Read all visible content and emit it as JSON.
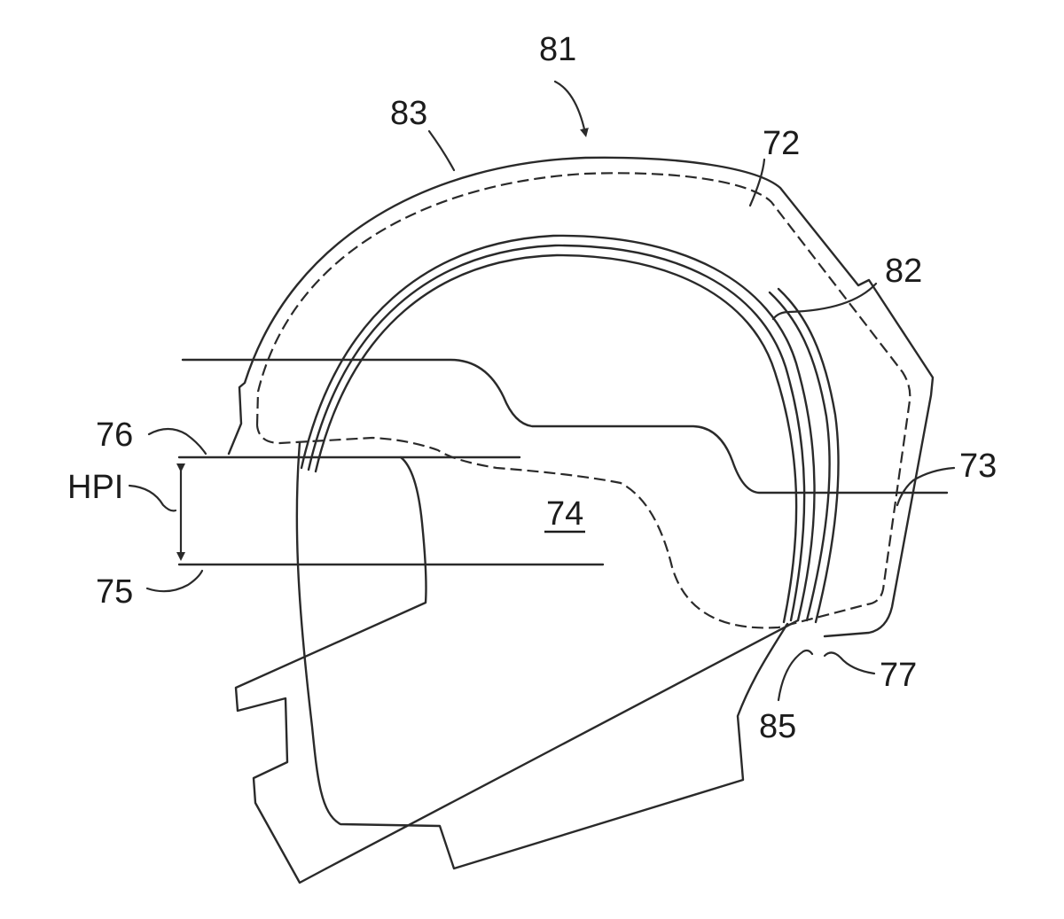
{
  "figure": {
    "line_color": "#2a2a2a",
    "background": "#ffffff",
    "labels": {
      "l81": "81",
      "l83": "83",
      "l72": "72",
      "l82": "82",
      "l76": "76",
      "hpi": "HPI",
      "l75": "75",
      "l74": "74",
      "l73": "73",
      "l77": "77",
      "l85": "85"
    }
  }
}
